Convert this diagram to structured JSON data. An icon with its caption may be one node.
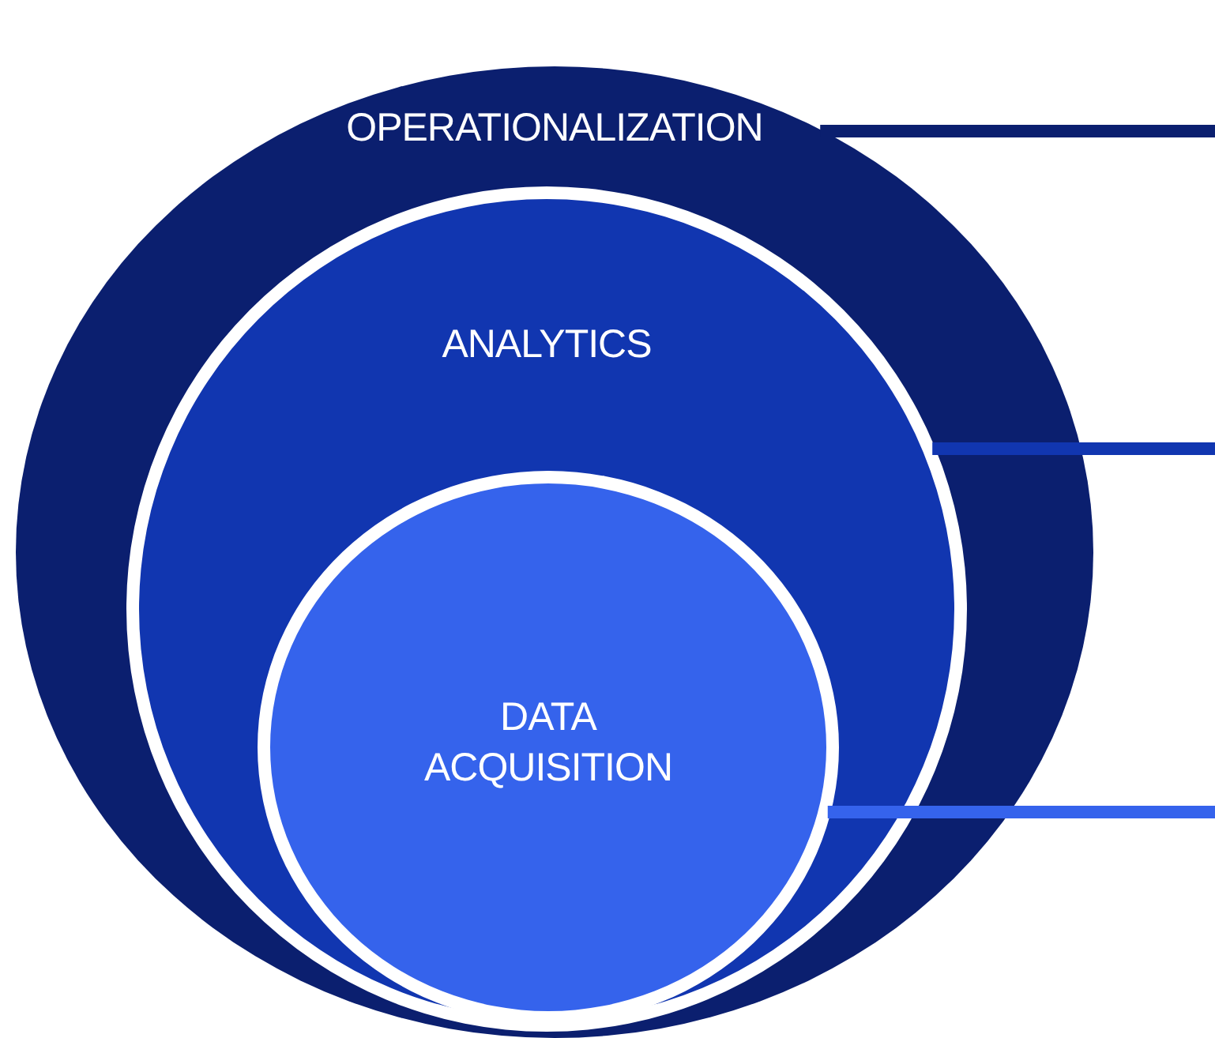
{
  "diagram": {
    "nodes": [
      {
        "text": [
          "OPERATIONALIZATION"
        ]
      },
      {
        "text": [
          "ANALYTICS"
        ],
        "in": 0
      },
      {
        "text": [
          "DATA ACQUISITION"
        ],
        "in": 1
      }
    ],
    "edges": [
      {
        "from": 0,
        "to": null,
        "arrow": "none",
        "color": "#0b1f6f"
      },
      {
        "from": 1,
        "to": null,
        "arrow": "none",
        "color": "#1136b0"
      },
      {
        "from": 2,
        "to": null,
        "arrow": "none",
        "color": "#3563ec"
      }
    ]
  }
}
